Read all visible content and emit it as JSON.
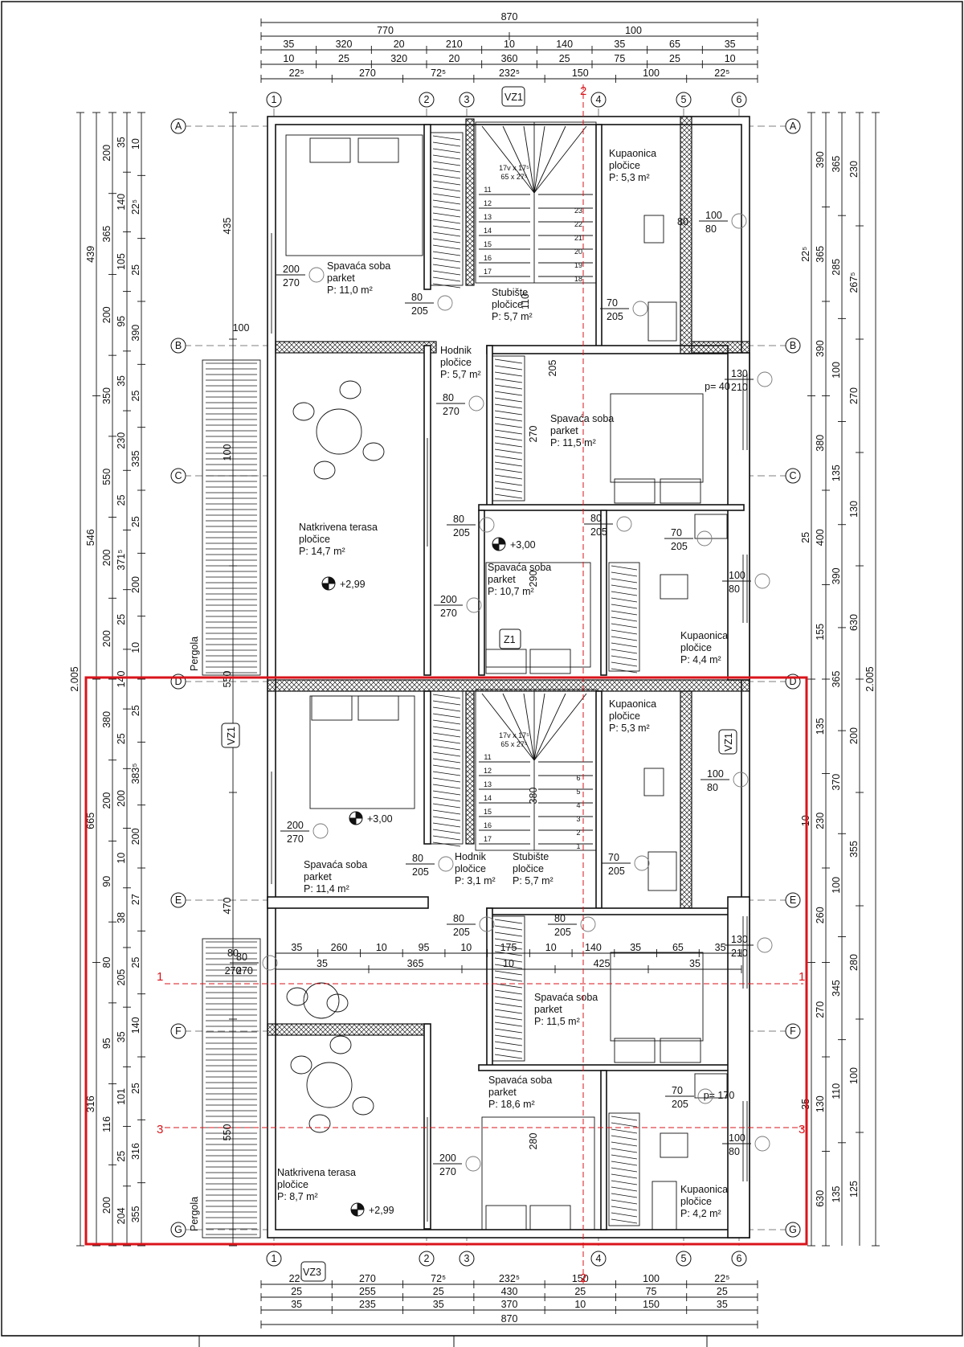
{
  "grid": {
    "columns": [
      "1",
      "2",
      "3",
      "4",
      "5",
      "6"
    ],
    "rows": [
      "A",
      "B",
      "C",
      "D",
      "E",
      "F",
      "G"
    ]
  },
  "section_marks": [
    "1",
    "1",
    "2",
    "2",
    "3",
    "3"
  ],
  "tags": {
    "vz1": "VZ1",
    "vz3": "VZ3",
    "z1": "Z1"
  },
  "pergola": "Pergola",
  "dims": {
    "top": [
      [
        "870"
      ],
      [
        "770",
        "100"
      ],
      [
        "35",
        "320",
        "20",
        "210",
        "10",
        "140",
        "35",
        "65",
        "35"
      ],
      [
        "10",
        "25",
        "320",
        "20",
        "360",
        "25",
        "75",
        "25",
        "10"
      ],
      [
        "22⁵",
        "270",
        "72⁵",
        "232⁵",
        "150",
        "100",
        "22⁵"
      ]
    ],
    "bottom": [
      [
        "22⁵",
        "270",
        "72⁵",
        "232⁵",
        "150",
        "100",
        "22⁵"
      ],
      [
        "25",
        "255",
        "25",
        "430",
        "25",
        "75",
        "25"
      ],
      [
        "35",
        "235",
        "35",
        "370",
        "10",
        "150",
        "35"
      ],
      [
        "870"
      ]
    ],
    "left_total": "2.005",
    "right_total": "2.005",
    "left_a": [
      "439",
      "546",
      "665",
      "316"
    ],
    "left_b": [
      "200",
      "365",
      "200",
      "350",
      "550",
      "200",
      "200",
      "380",
      "200",
      "90",
      "80",
      "95",
      "116",
      "200"
    ],
    "left_c": [
      "35",
      "140",
      "105",
      "95",
      "35",
      "230",
      "25",
      "371⁵",
      "25",
      "140",
      "25",
      "200",
      "10",
      "38",
      "205",
      "35",
      "101",
      "25",
      "204"
    ],
    "left_d": [
      "10",
      "22⁵",
      "25",
      "390",
      "25",
      "335",
      "25",
      "200",
      "10",
      "25",
      "383⁵",
      "200",
      "27",
      "25",
      "140",
      "25",
      "316",
      "355"
    ],
    "left_inner": [
      "435",
      "100",
      "550",
      "470",
      "550"
    ],
    "right_a": [
      "390",
      "365",
      "390",
      "380",
      "400",
      "155",
      "135",
      "230",
      "260",
      "270",
      "130",
      "630",
      "365",
      "285",
      "100",
      "135",
      "390",
      "365",
      "370",
      "100",
      "345",
      "110",
      "135",
      "230",
      "267⁵",
      "270",
      "130",
      "630",
      "200",
      "355",
      "280",
      "100",
      "125"
    ],
    "right_top": [
      "22⁵",
      "25",
      "10",
      "35"
    ]
  },
  "inner_dims": {
    "row_mid": [
      "35",
      "260",
      "10",
      "95",
      "10",
      "175",
      "10",
      "140",
      "35",
      "65",
      "35"
    ],
    "row_mid2": [
      "35",
      "365",
      "10",
      "425",
      "35"
    ],
    "misc": [
      "80",
      "270",
      "100",
      "80",
      "110",
      "290",
      "280",
      "380",
      "270",
      "205",
      "p= 40",
      "p= 170"
    ]
  },
  "levels": [
    "+3,00",
    "+2,99",
    "+3,00",
    "+2,99"
  ],
  "rooms": [
    {
      "name": "Spavaća soba",
      "finish": "parket",
      "area": "P: 11,0 m²"
    },
    {
      "name": "Stubište",
      "finish": "pločice",
      "area": "P: 5,7 m²"
    },
    {
      "name": "Kupaonica",
      "finish": "pločice",
      "area": "P: 5,3 m²"
    },
    {
      "name": "Hodnik",
      "finish": "pločice",
      "area": "P: 5,7 m²"
    },
    {
      "name": "Spavaća soba",
      "finish": "parket",
      "area": "P: 11,5 m²"
    },
    {
      "name": "Natkrivena terasa",
      "finish": "pločice",
      "area": "P: 14,7 m²"
    },
    {
      "name": "Spavaća soba",
      "finish": "parket",
      "area": "P: 10,7 m²"
    },
    {
      "name": "Kupaonica",
      "finish": "pločice",
      "area": "P: 4,4 m²"
    },
    {
      "name": "Kupaonica",
      "finish": "pločice",
      "area": "P: 5,3 m²"
    },
    {
      "name": "Spavaća soba",
      "finish": "parket",
      "area": "P: 11,4 m²"
    },
    {
      "name": "Hodnik",
      "finish": "pločice",
      "area": "P: 3,1 m²"
    },
    {
      "name": "Stubište",
      "finish": "pločice",
      "area": "P: 5,7 m²"
    },
    {
      "name": "Spavaća soba",
      "finish": "parket",
      "area": "P: 11,5 m²"
    },
    {
      "name": "Spavaća soba",
      "finish": "parket",
      "area": "P: 18,6 m²"
    },
    {
      "name": "Natkrivena terasa",
      "finish": "pločice",
      "area": "P: 8,7 m²"
    },
    {
      "name": "Kupaonica",
      "finish": "pločice",
      "area": "P: 4,2 m²"
    }
  ],
  "openings": [
    {
      "w": "200",
      "h": "270"
    },
    {
      "w": "80",
      "h": "205"
    },
    {
      "w": "70",
      "h": "205"
    },
    {
      "w": "100",
      "h": "80"
    },
    {
      "w": "80",
      "h": "270"
    },
    {
      "w": "80",
      "h": "205"
    },
    {
      "w": "130",
      "h": "210"
    },
    {
      "w": "80",
      "h": "205"
    },
    {
      "w": "70",
      "h": "205"
    },
    {
      "w": "100",
      "h": "80"
    },
    {
      "w": "200",
      "h": "270"
    },
    {
      "w": "100",
      "h": "80"
    },
    {
      "w": "200",
      "h": "270"
    },
    {
      "w": "80",
      "h": "205"
    },
    {
      "w": "70",
      "h": "205"
    },
    {
      "w": "80",
      "h": "205"
    },
    {
      "w": "80",
      "h": "205"
    },
    {
      "w": "130",
      "h": "210"
    },
    {
      "w": "80",
      "h": "270"
    },
    {
      "w": "70",
      "h": "205"
    },
    {
      "w": "100",
      "h": "80"
    },
    {
      "w": "200",
      "h": "270"
    }
  ],
  "stairs": {
    "upper": {
      "label1": "17v x 17⁵",
      "label2": "65 x 27⁵",
      "steps": [
        "11",
        "12",
        "13",
        "14",
        "15",
        "16",
        "17",
        "18",
        "19",
        "20",
        "21",
        "22",
        "23"
      ]
    },
    "lower": {
      "label1": "17v x 17⁵",
      "label2": "65 x 27⁵",
      "steps": [
        "11",
        "12",
        "13",
        "14",
        "15",
        "16",
        "17",
        "1",
        "2",
        "3",
        "4",
        "5",
        "6"
      ]
    }
  }
}
